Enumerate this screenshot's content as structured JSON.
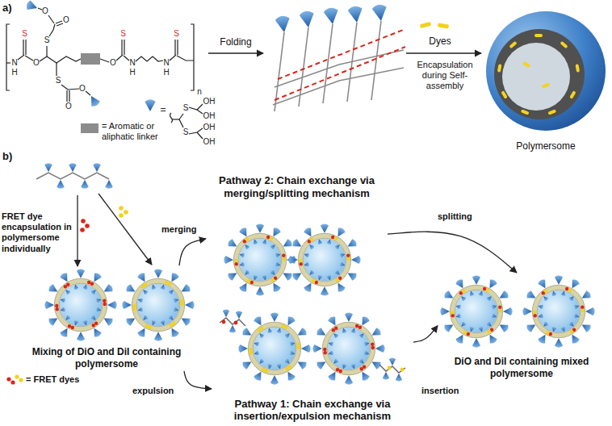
{
  "diagram": {
    "nodes": [
      {
        "text": [
          "Polymersome"
        ]
      },
      {
        "text": [
          "Mixing of DiO and DiI containing polymersome"
        ]
      },
      {
        "text": [
          "Pathway 2: Chain exchange via merging/splitting mechanism"
        ]
      },
      {
        "text": [
          "Pathway 1: Chain exchange via insertion/expulsion mechanism"
        ]
      },
      {
        "text": [
          "DiO and DiI containing mixed polymersome"
        ]
      }
    ],
    "edges": [
      {
        "from": 1,
        "to": 2,
        "arrow": "to",
        "label": "merging"
      },
      {
        "from": 2,
        "to": 4,
        "arrow": "to",
        "label": "splitting"
      },
      {
        "from": 1,
        "to": 3,
        "arrow": "to",
        "label": "expulsion"
      },
      {
        "from": 3,
        "to": 4,
        "arrow": "to",
        "label": "insertion"
      }
    ],
    "labels": [
      "a)",
      "Folding",
      "Dyes",
      "Encapsulation during Self-assembly",
      "=",
      "b)",
      "FRET dye encapsulation in polymersome individually",
      "S",
      "N",
      "H",
      "O",
      "S",
      "O",
      "O",
      "S",
      "O",
      "O",
      "O",
      "S",
      "N",
      "H",
      "N",
      "H",
      "S",
      "n",
      "S",
      "S",
      "OH",
      "OH",
      "OH",
      "OH"
    ],
    "legend": [
      {
        "text": "= Aromatic or aliphatic linker",
        "color": "#8c8c8c"
      },
      {
        "text": "= FRET dyes"
      }
    ]
  }
}
